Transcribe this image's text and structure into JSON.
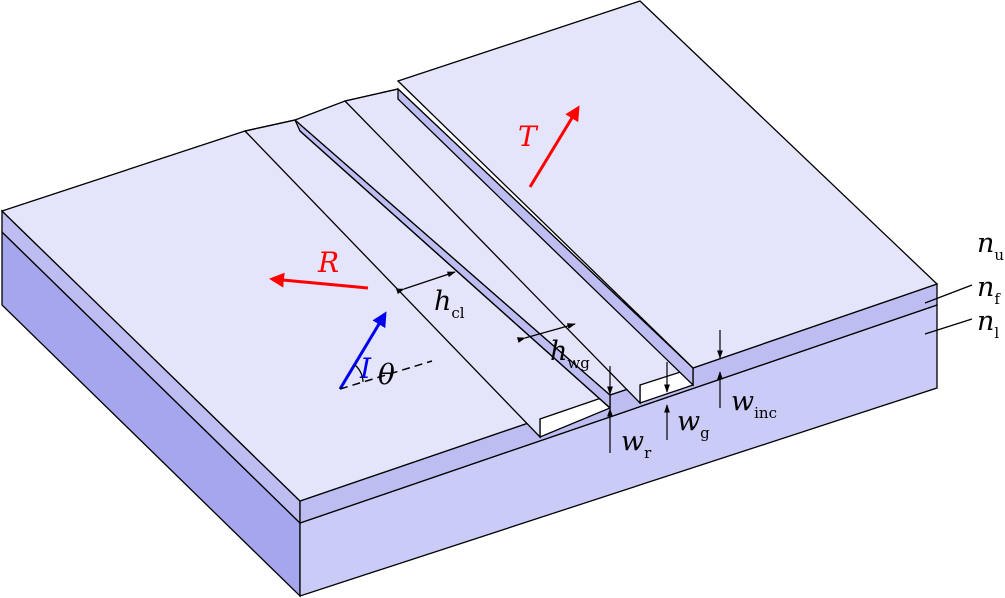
{
  "colors": {
    "top_face": "#e4e4fa",
    "film": "#bdbdf2",
    "substrate_front": "#cbcbf8",
    "substrate_side": "#a6a6ee",
    "stroke": "#000000",
    "red_arrow": "#ff0000",
    "blue_arrow": "#0000ee"
  },
  "labels": {
    "T": "T",
    "R": "R",
    "I": "I",
    "theta": "θ",
    "h_cl": {
      "main": "h",
      "sub": "cl"
    },
    "h_wg": {
      "main": "h",
      "sub": "wg"
    },
    "w_r": {
      "main": "w",
      "sub": "r"
    },
    "w_g": {
      "main": "w",
      "sub": "g"
    },
    "w_inc": {
      "main": "w",
      "sub": "inc"
    },
    "n_u": {
      "main": "n",
      "sub": "u"
    },
    "n_f": {
      "main": "n",
      "sub": "f"
    },
    "n_l": {
      "main": "n",
      "sub": "l"
    }
  }
}
